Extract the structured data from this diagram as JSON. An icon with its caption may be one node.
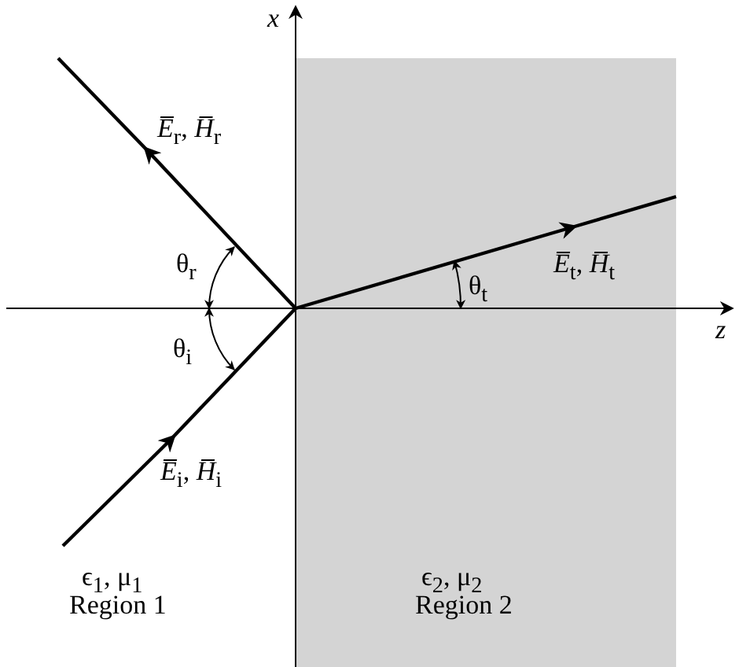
{
  "diagram": {
    "nodes": [
      {
        "text": [
          "ϵ$_{2}$, μ$_{2}$",
          "Region 2"
        ]
      }
    ],
    "labels": [
      "*x*",
      "*E̅*$_{r}$, *H̅*$_{r}$",
      "θ$_{r}$",
      "θ$_{t}$",
      "*E̅*$_{t}$, *H̅*$_{t}$",
      "*z*",
      "θ$_{i}$",
      "*E̅*$_{i}$, *H̅*$_{i}$",
      "ϵ$_{1}$, μ$_{1}$",
      "Region 1"
    ]
  }
}
